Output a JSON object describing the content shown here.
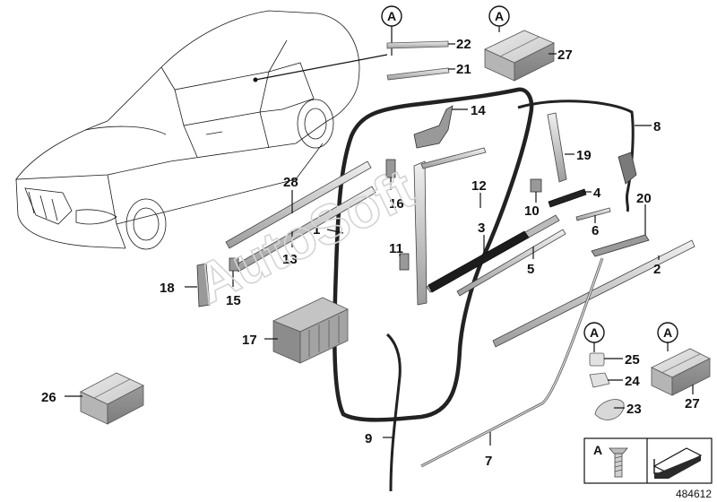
{
  "diagram_id": "484612",
  "watermark": "AutoSoft",
  "callout_letter": "A",
  "labels": {
    "p1": "1",
    "p2": "2",
    "p3": "3",
    "p4": "4",
    "p5": "5",
    "p6": "6",
    "p7": "7",
    "p8": "8",
    "p9": "9",
    "p10": "10",
    "p11": "11",
    "p12": "12",
    "p13": "13",
    "p14": "14",
    "p15": "15",
    "p16": "16",
    "p17": "17",
    "p18": "18",
    "p19": "19",
    "p20": "20",
    "p21": "21",
    "p22": "22",
    "p23": "23",
    "p24": "24",
    "p25": "25",
    "p26": "26",
    "p27": "27",
    "p28": "28"
  },
  "icons": {
    "car": "sedan-car-outline-icon",
    "screw": "screw-icon",
    "arrow": "arrow-icon",
    "box": "part-box-icon"
  }
}
